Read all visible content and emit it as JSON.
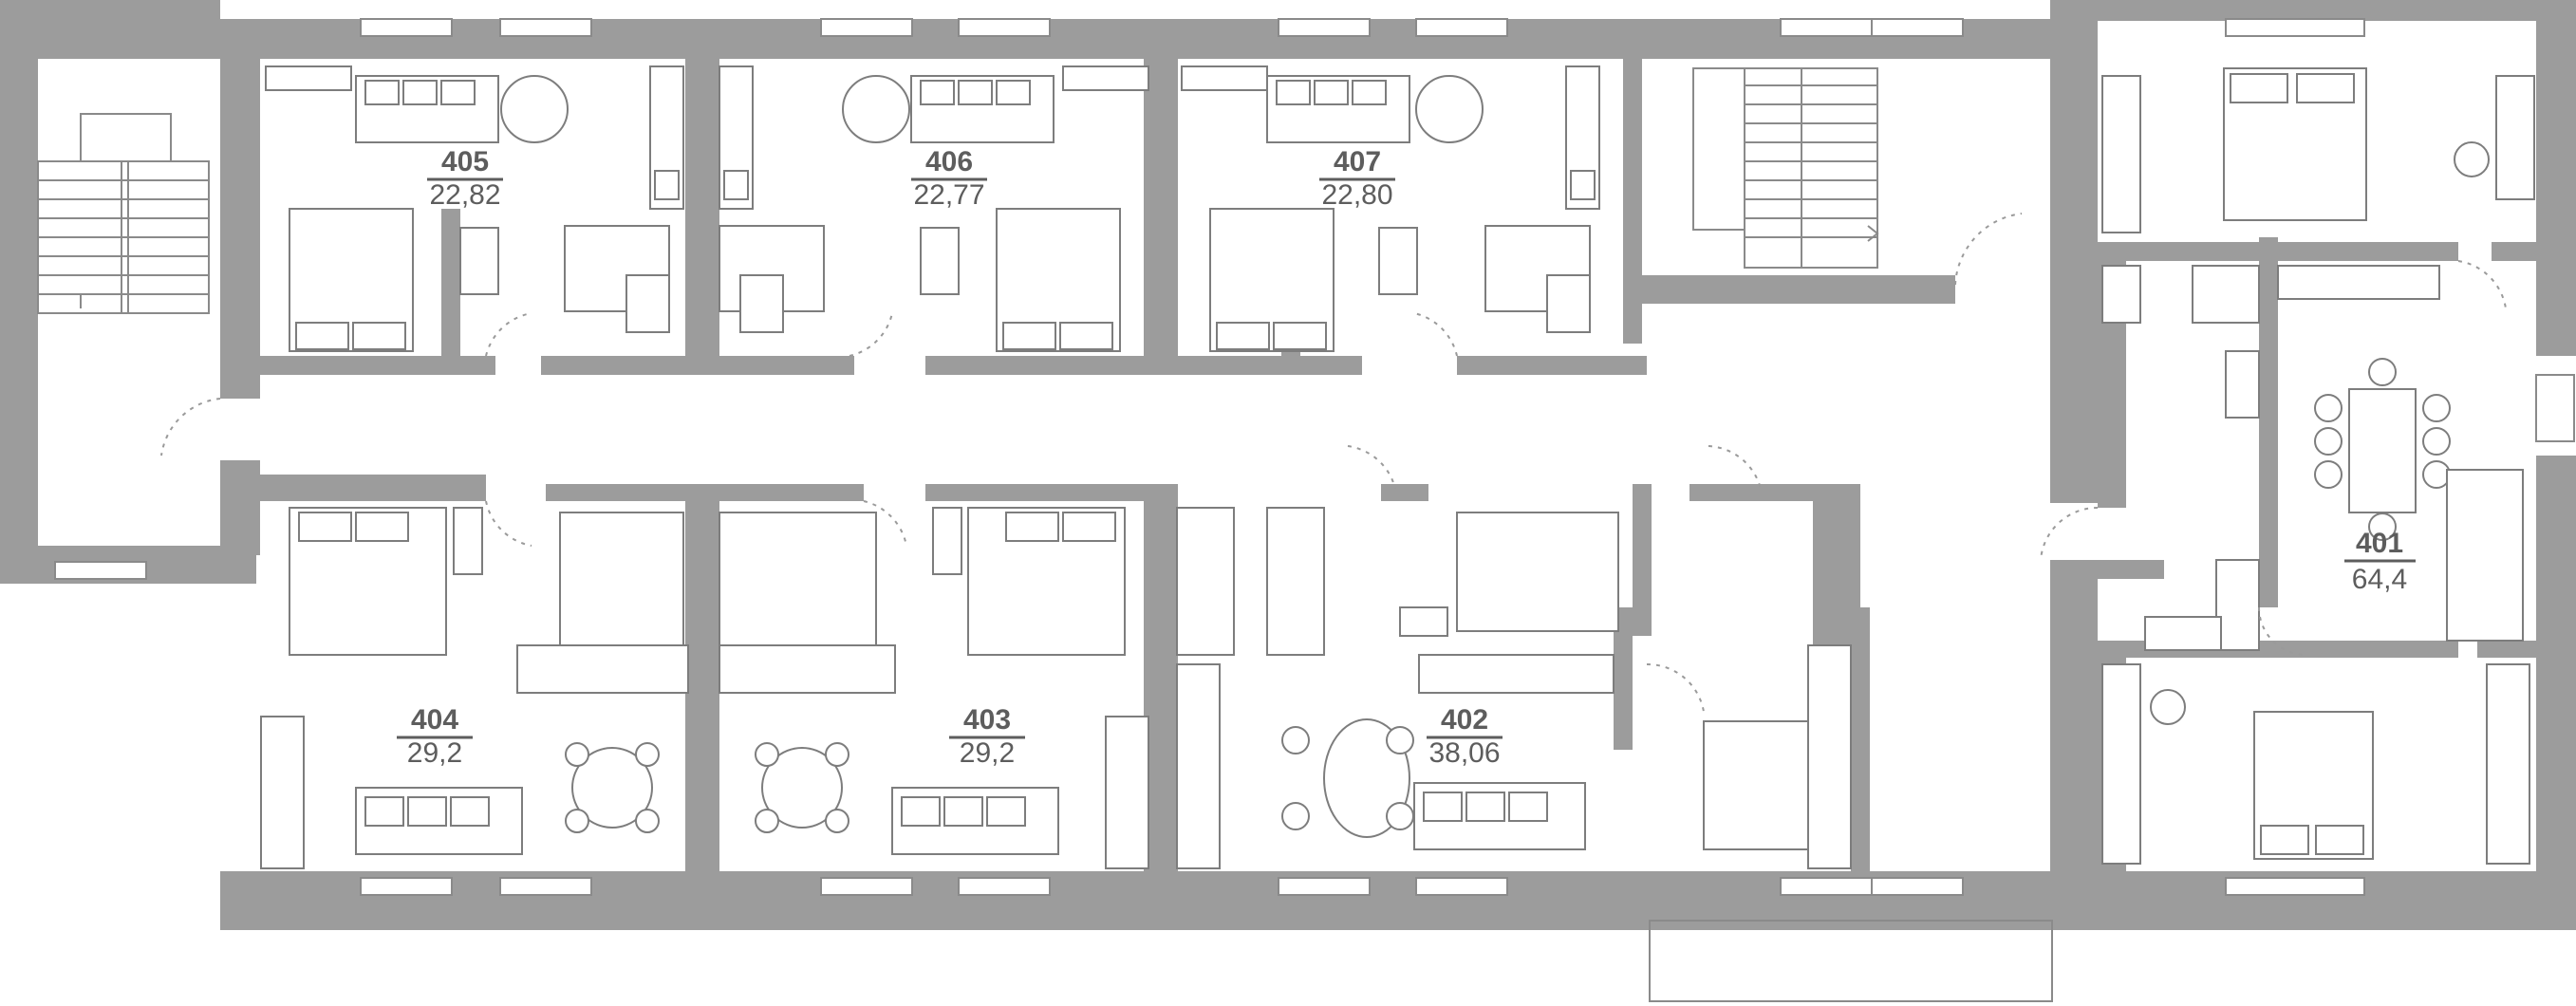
{
  "apartments": [
    {
      "number": "401",
      "area": "64,4"
    },
    {
      "number": "402",
      "area": "38,06"
    },
    {
      "number": "403",
      "area": "29,2"
    },
    {
      "number": "404",
      "area": "29,2"
    },
    {
      "number": "405",
      "area": "22,82"
    },
    {
      "number": "406",
      "area": "22,77"
    },
    {
      "number": "407",
      "area": "22,80"
    }
  ],
  "colors": {
    "wall": "#9c9c9c",
    "label": "#5d5d5d",
    "background": "#ffffff"
  }
}
